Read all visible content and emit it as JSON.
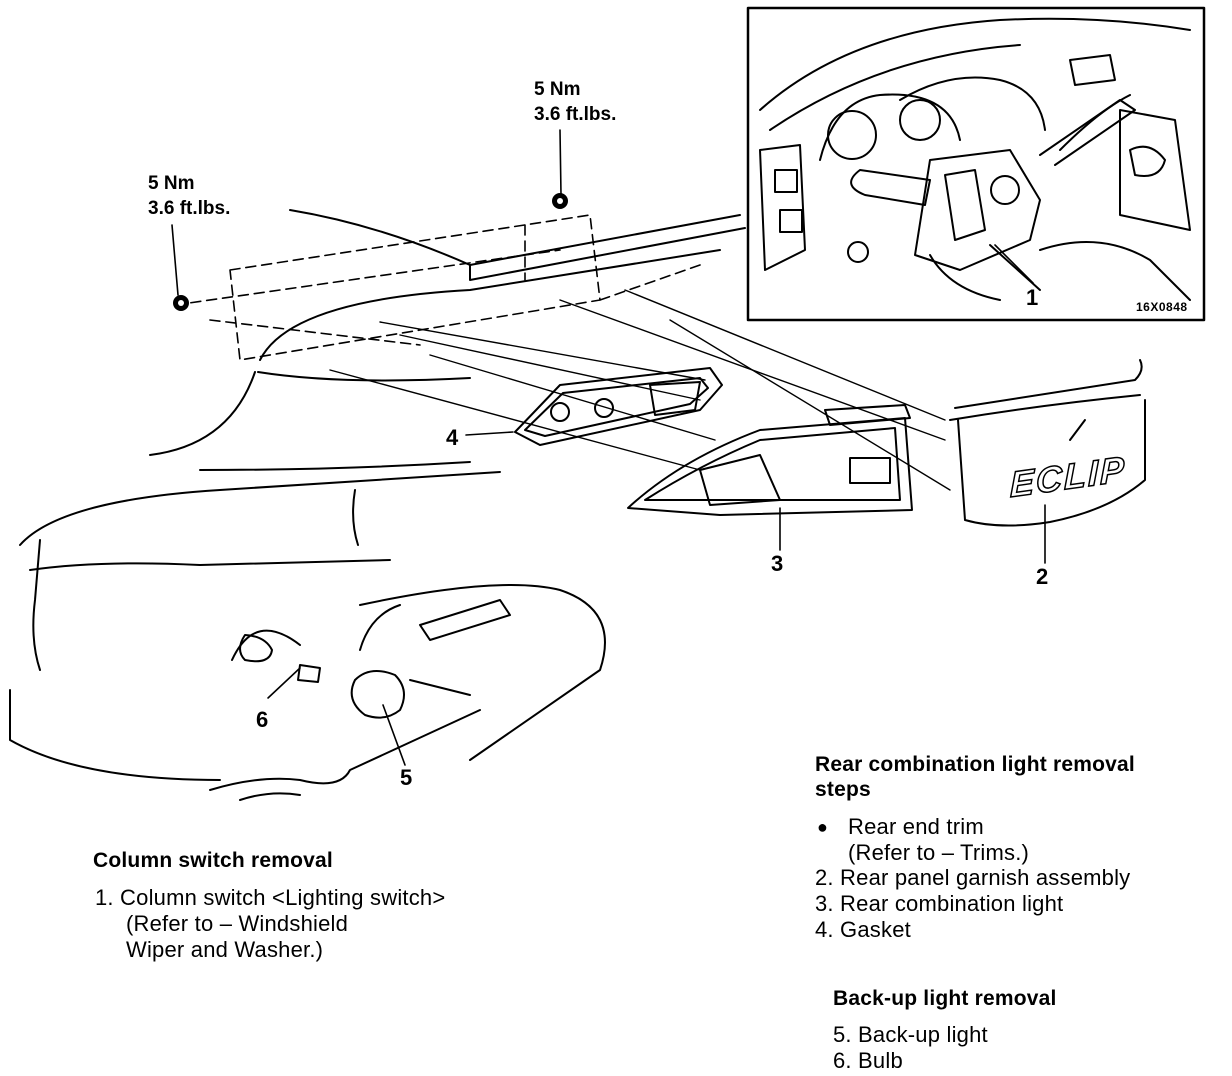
{
  "torque": {
    "left": {
      "nm": "5 Nm",
      "ftlbs": "3.6 ft.lbs."
    },
    "right": {
      "nm": "5 Nm",
      "ftlbs": "3.6 ft.lbs."
    }
  },
  "inset": {
    "code": "16X0848",
    "callout": "1"
  },
  "callouts": {
    "c2": "2",
    "c3": "3",
    "c4": "4",
    "c5": "5",
    "c6": "6"
  },
  "badge_text": "ECLIP",
  "column_switch": {
    "heading": "Column switch removal",
    "steps": [
      "1. Column switch <Lighting switch>",
      "(Refer to – Windshield",
      "Wiper and Washer.)"
    ]
  },
  "rear_combination": {
    "heading_line1": "Rear combination light removal",
    "heading_line2": "steps",
    "bullet": "●",
    "steps": [
      "Rear end trim",
      "(Refer to – Trims.)",
      "2. Rear panel garnish assembly",
      "3. Rear combination light",
      "4. Gasket"
    ]
  },
  "backup_light": {
    "heading": "Back-up light removal",
    "steps": [
      "5. Back-up light",
      "6. Bulb"
    ]
  }
}
